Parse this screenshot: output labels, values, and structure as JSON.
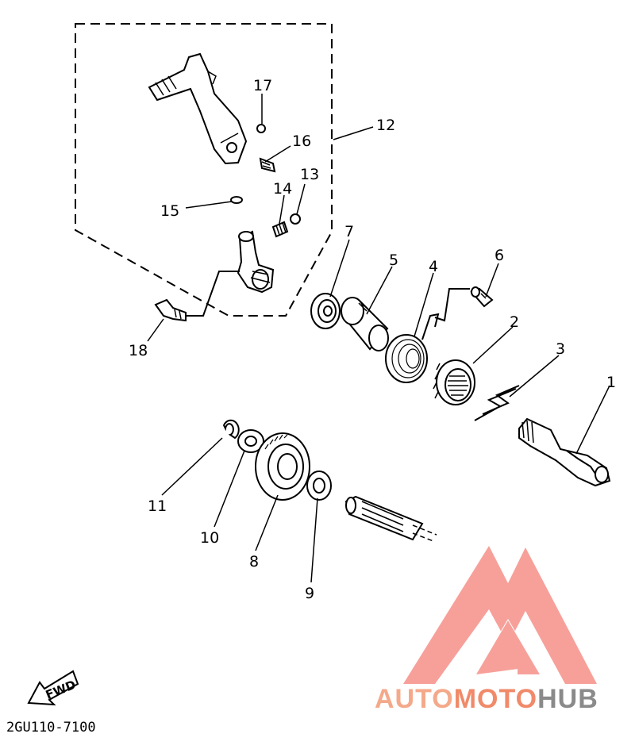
{
  "diagram": {
    "part_labels": [
      "1",
      "2",
      "3",
      "4",
      "5",
      "6",
      "7",
      "8",
      "9",
      "10",
      "11",
      "12",
      "13",
      "14",
      "15",
      "16",
      "17",
      "18"
    ],
    "drawing_code": "2GU110-7100",
    "direction_badge": "FWD"
  },
  "watermark": {
    "brand_part_1": "AUTO",
    "brand_part_2": "MOTO",
    "brand_part_3": "HUB",
    "color_light": "#f4a98a",
    "color_mid": "#f08a6a",
    "color_dark": "#8a8a8a",
    "logo_color": "#f7a09a"
  }
}
